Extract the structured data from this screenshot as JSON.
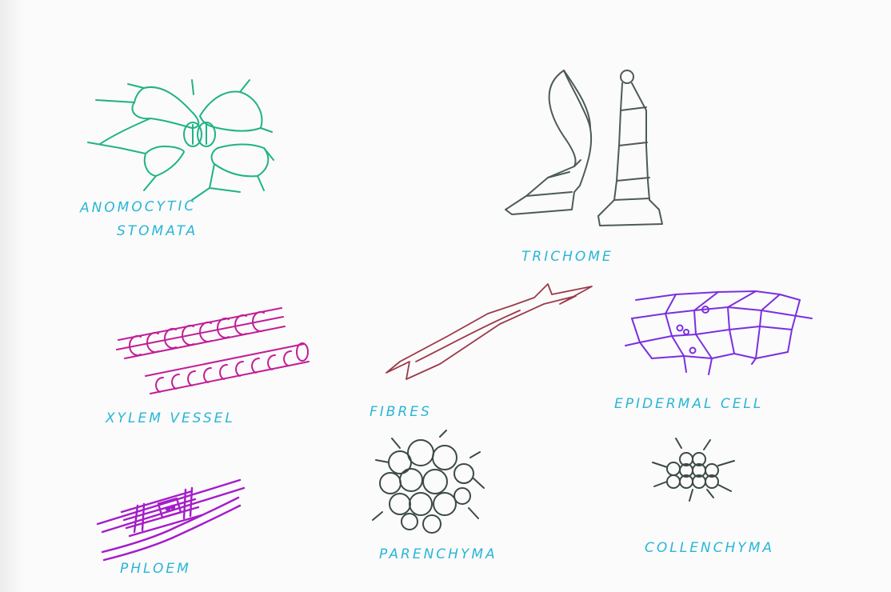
{
  "labels": {
    "anomocytic_line1": "ANOMOCYTIC",
    "anomocytic_line2": "STOMATA",
    "trichome": "TRICHOME",
    "xylem": "XYLEM VESSEL",
    "fibres": "FIBRES",
    "epidermal": "EPIDERMAL CELL",
    "phloem": "PHLOEM",
    "parenchyma": "PARENCHYMA",
    "collenchyma": "COLLENCHYMA"
  },
  "colors": {
    "label": "#29b6d6",
    "stomata": "#1fb384",
    "trichome": "#4d5b57",
    "xylem": "#c21d98",
    "fibres": "#9b3a4a",
    "epidermal": "#7b2fe0",
    "phloem": "#a51cc9",
    "parenchyma": "#3c4a47",
    "collenchyma": "#3c4a47"
  }
}
